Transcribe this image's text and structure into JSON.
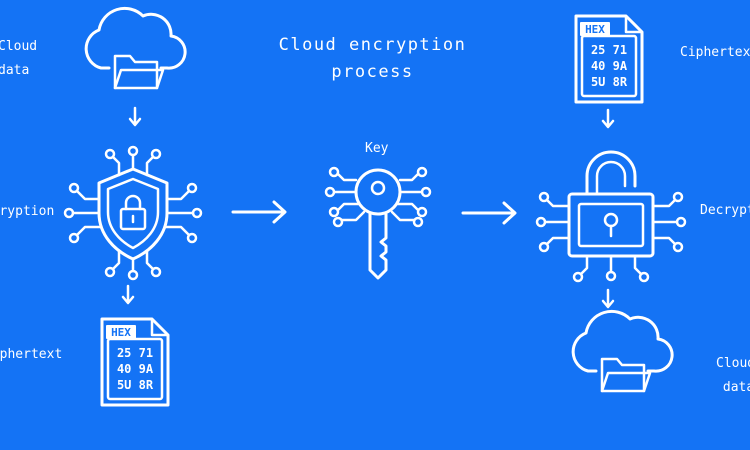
{
  "diagram": {
    "title_line1": "Cloud encryption",
    "title_line2": "process",
    "nodes": {
      "cloud_data_left": {
        "line1": "Cloud",
        "line2": "data"
      },
      "encryption": {
        "label": "Encryption"
      },
      "ciphertext_left": {
        "label": "Ciphertext",
        "hex_header": "HEX",
        "hex_rows": [
          "25 71",
          "40 9A",
          "5U 8R"
        ]
      },
      "key": {
        "label": "Key"
      },
      "ciphertext_right": {
        "label": "Ciphertext",
        "hex_header": "HEX",
        "hex_rows": [
          "25 71",
          "40 9A",
          "5U 8R"
        ]
      },
      "decryption": {
        "label": "Decryption"
      },
      "cloud_data_right": {
        "line1": "Cloud",
        "line2": "data"
      }
    },
    "colors": {
      "background": "#1473f5",
      "foreground": "#ffffff"
    },
    "icons": [
      "cloud-folder-icon",
      "shield-lock-circuit-icon",
      "hex-document-icon",
      "key-circuit-icon",
      "open-padlock-circuit-icon"
    ]
  }
}
